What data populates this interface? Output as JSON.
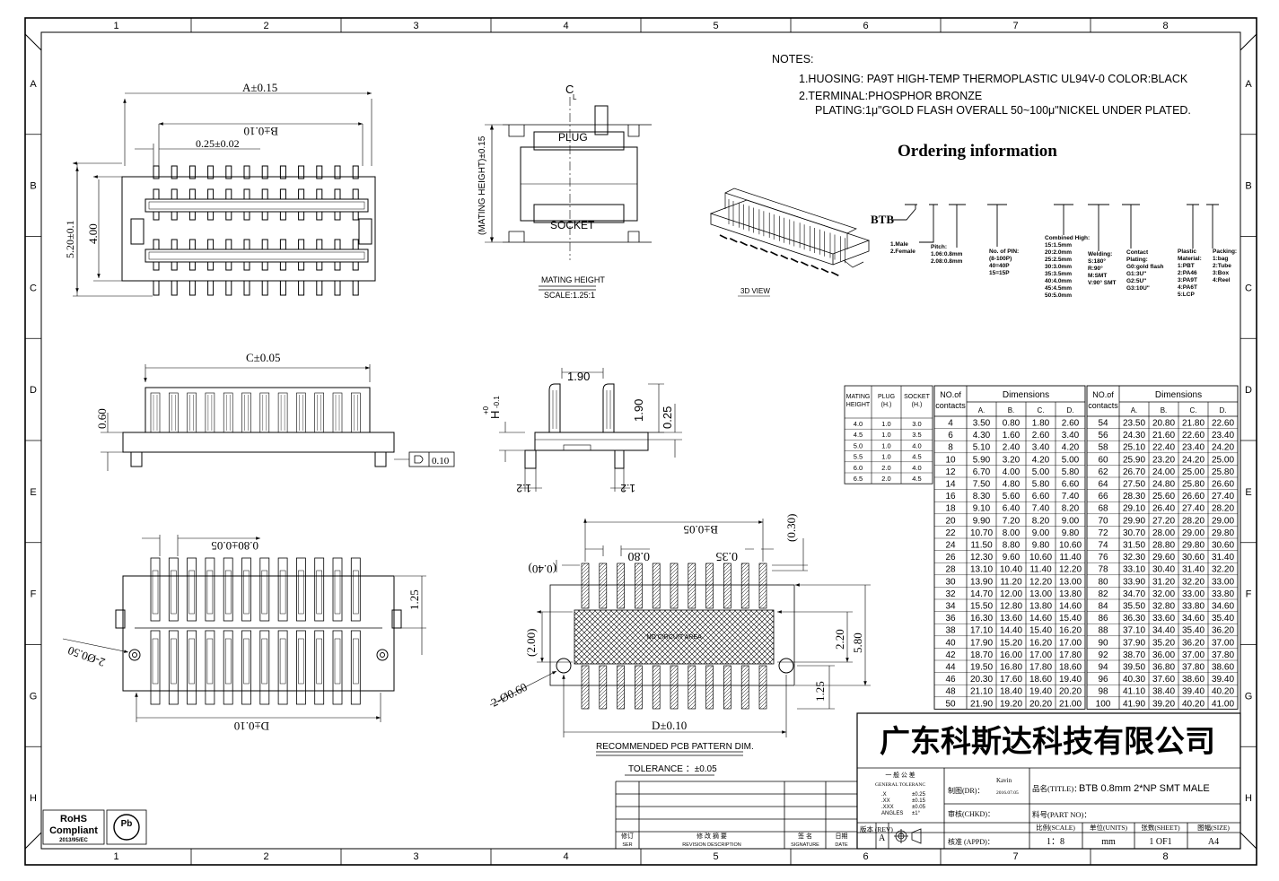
{
  "grid": {
    "cols": [
      "1",
      "2",
      "3",
      "4",
      "5",
      "6",
      "7",
      "8"
    ],
    "rows": [
      "A",
      "B",
      "C",
      "D",
      "E",
      "F",
      "G",
      "H"
    ]
  },
  "notes": {
    "title": "NOTES:",
    "line1": "1.HUOSING: PA9T HIGH-TEMP THERMOPLASTIC UL94V-0 COLOR:BLACK",
    "line2": "2.TERMINAL:PHOSPHOR BRONZE",
    "line3": "PLATING:1μ\"GOLD FLASH OVERALL 50~100μ\"NICKEL UNDER PLATED."
  },
  "ordering": {
    "title": "Ordering information",
    "prefix": "BTB",
    "gender": [
      "1.Male",
      "2.Female"
    ],
    "pitch": [
      "Pitch:",
      "1.06:0.8mm",
      "2.08:0.8mm"
    ],
    "pins": [
      "No. of PIN:",
      "(8-100P)",
      "40=40P",
      "15=15P"
    ],
    "combined": [
      "Combined High:",
      "15:1.5mm",
      "20:2.0mm",
      "25:2.5mm",
      "30:3.0mm",
      "35:3.5mm",
      "40:4.0mm",
      "45:4.5mm",
      "50:5.0mm"
    ],
    "welding": [
      "Welding:",
      "S:180°",
      "R:90°",
      "M:SMT",
      "V:90° SMT"
    ],
    "plating": [
      "Contact",
      "Plating:",
      "G0:gold flash",
      "G1:3U\"",
      "G2:5U\"",
      "G3:10U\""
    ],
    "material": [
      "Plastic",
      "Material:",
      "1:PBT",
      "2:PA46",
      "3:PA9T",
      "4:PA6T",
      "5:LCP"
    ],
    "packing": [
      "Packing:",
      "1:bag",
      "2:Tube",
      "3:Box",
      "4:Reel"
    ]
  },
  "views": {
    "top_dims": {
      "a": "A±0.15",
      "b": "B±0.10",
      "pin": "0.25±0.02",
      "w": "5.20±0.1",
      "h": "4.00"
    },
    "mating": {
      "cl": "C",
      "cl_sub": "L",
      "plug": "PLUG",
      "socket": "SOCKET",
      "height": "(MATING HEIGHT)±0.15",
      "cap1": "MATING HEIGHT",
      "cap2": "SCALE:1.25:1"
    },
    "view3d": "3D  VIEW",
    "side": {
      "c": "C±0.05",
      "h": "0.60",
      "flat": "0.10"
    },
    "end": {
      "w": "1.90",
      "h": "1.90",
      "h2": "0.25",
      "ht": "H",
      "tol_u": "+0",
      "tol_d": "-0.1",
      "foot_l": "1.2",
      "foot_r": "1.2"
    },
    "bottom": {
      "pitch": "0.80±0.05",
      "d": "D±0.10",
      "hole": "2-Ø0.50",
      "h": "1.25"
    },
    "pcb": {
      "b": "B±0.05",
      "pitch": "0.80",
      "pad": "0.35",
      "off": "(0.30)",
      "left": "(0.40)",
      "ncz": "NO CIRCUIT AREA",
      "h200": "(2.00)",
      "h220": "2.20",
      "h580": "5.80",
      "h125": "1.25",
      "hole": "2-Ø0.60",
      "d": "D±0.10",
      "cap": "RECOMMENDED PCB PATTERN DIM.",
      "tol": "TOLERANCE ：±0.05"
    }
  },
  "height_table": {
    "headers": [
      "MATING HEIGHT",
      "PLUG (H.)",
      "SOCKET (H.)"
    ],
    "rows": [
      [
        "4.0",
        "1.0",
        "3.0"
      ],
      [
        "4.5",
        "1.0",
        "3.5"
      ],
      [
        "5.0",
        "1.0",
        "4.0"
      ],
      [
        "5.5",
        "1.0",
        "4.5"
      ],
      [
        "6.0",
        "2.0",
        "4.0"
      ],
      [
        "6.5",
        "2.0",
        "4.5"
      ]
    ]
  },
  "dim_table": {
    "col_contacts": "NO.of contacts",
    "group": "Dimensions",
    "cols": [
      "A.",
      "B.",
      "C.",
      "D."
    ],
    "left": [
      [
        "4",
        "3.50",
        "0.80",
        "1.80",
        "2.60"
      ],
      [
        "6",
        "4.30",
        "1.60",
        "2.60",
        "3.40"
      ],
      [
        "8",
        "5.10",
        "2.40",
        "3.40",
        "4.20"
      ],
      [
        "10",
        "5.90",
        "3.20",
        "4.20",
        "5.00"
      ],
      [
        "12",
        "6.70",
        "4.00",
        "5.00",
        "5.80"
      ],
      [
        "14",
        "7.50",
        "4.80",
        "5.80",
        "6.60"
      ],
      [
        "16",
        "8.30",
        "5.60",
        "6.60",
        "7.40"
      ],
      [
        "18",
        "9.10",
        "6.40",
        "7.40",
        "8.20"
      ],
      [
        "20",
        "9.90",
        "7.20",
        "8.20",
        "9.00"
      ],
      [
        "22",
        "10.70",
        "8.00",
        "9.00",
        "9.80"
      ],
      [
        "24",
        "11.50",
        "8.80",
        "9.80",
        "10.60"
      ],
      [
        "26",
        "12.30",
        "9.60",
        "10.60",
        "11.40"
      ],
      [
        "28",
        "13.10",
        "10.40",
        "11.40",
        "12.20"
      ],
      [
        "30",
        "13.90",
        "11.20",
        "12.20",
        "13.00"
      ],
      [
        "32",
        "14.70",
        "12.00",
        "13.00",
        "13.80"
      ],
      [
        "34",
        "15.50",
        "12.80",
        "13.80",
        "14.60"
      ],
      [
        "36",
        "16.30",
        "13.60",
        "14.60",
        "15.40"
      ],
      [
        "38",
        "17.10",
        "14.40",
        "15.40",
        "16.20"
      ],
      [
        "40",
        "17.90",
        "15.20",
        "16.20",
        "17.00"
      ],
      [
        "42",
        "18.70",
        "16.00",
        "17.00",
        "17.80"
      ],
      [
        "44",
        "19.50",
        "16.80",
        "17.80",
        "18.60"
      ],
      [
        "46",
        "20.30",
        "17.60",
        "18.60",
        "19.40"
      ],
      [
        "48",
        "21.10",
        "18.40",
        "19.40",
        "20.20"
      ],
      [
        "50",
        "21.90",
        "19.20",
        "20.20",
        "21.00"
      ]
    ],
    "right": [
      [
        "54",
        "23.50",
        "20.80",
        "21.80",
        "22.60"
      ],
      [
        "56",
        "24.30",
        "21.60",
        "22.60",
        "23.40"
      ],
      [
        "58",
        "25.10",
        "22.40",
        "23.40",
        "24.20"
      ],
      [
        "60",
        "25.90",
        "23.20",
        "24.20",
        "25.00"
      ],
      [
        "62",
        "26.70",
        "24.00",
        "25.00",
        "25.80"
      ],
      [
        "64",
        "27.50",
        "24.80",
        "25.80",
        "26.60"
      ],
      [
        "66",
        "28.30",
        "25.60",
        "26.60",
        "27.40"
      ],
      [
        "68",
        "29.10",
        "26.40",
        "27.40",
        "28.20"
      ],
      [
        "70",
        "29.90",
        "27.20",
        "28.20",
        "29.00"
      ],
      [
        "72",
        "30.70",
        "28.00",
        "29.00",
        "29.80"
      ],
      [
        "74",
        "31.50",
        "28.80",
        "29.80",
        "30.60"
      ],
      [
        "76",
        "32.30",
        "29.60",
        "30.60",
        "31.40"
      ],
      [
        "78",
        "33.10",
        "30.40",
        "31.40",
        "32.20"
      ],
      [
        "80",
        "33.90",
        "31.20",
        "32.20",
        "33.00"
      ],
      [
        "82",
        "34.70",
        "32.00",
        "33.00",
        "33.80"
      ],
      [
        "84",
        "35.50",
        "32.80",
        "33.80",
        "34.60"
      ],
      [
        "86",
        "36.30",
        "33.60",
        "34.60",
        "35.40"
      ],
      [
        "88",
        "37.10",
        "34.40",
        "35.40",
        "36.20"
      ],
      [
        "90",
        "37.90",
        "35.20",
        "36.20",
        "37.00"
      ],
      [
        "92",
        "38.70",
        "36.00",
        "37.00",
        "37.80"
      ],
      [
        "94",
        "39.50",
        "36.80",
        "37.80",
        "38.60"
      ],
      [
        "96",
        "40.30",
        "37.60",
        "38.60",
        "39.40"
      ],
      [
        "98",
        "41.10",
        "38.40",
        "39.40",
        "40.20"
      ],
      [
        "100",
        "41.90",
        "39.20",
        "40.20",
        "41.00"
      ]
    ]
  },
  "title_block": {
    "company": "广东科斯达科技有限公司",
    "tol_cn": "一 般 公 差",
    "tol_en": "GENERAL TOLERANC",
    "tol_rows": [
      [
        ".X",
        "±0.25"
      ],
      [
        ".XX",
        "±0.15"
      ],
      [
        ".XXX",
        "±0.05"
      ],
      [
        "ANGLES",
        "±1°"
      ]
    ],
    "drawn_label": "制图(DR)：",
    "drawn_name": "Kavin",
    "drawn_date": "2016.07.05",
    "chk_label": "审核(CHKD)：",
    "appd_label": "核准 (APPD)：",
    "ver_label": "版本 (REV)",
    "ver_val": "A",
    "name_label": "品名(TITLE)：",
    "name_val": "BTB 0.8mm 2*NP SMT MALE",
    "part_label": "料号(PART NO)：",
    "scale_label": "比例(SCALE)",
    "scale_val": "1：8",
    "unit_label": "单位(UNITS)",
    "unit_val": "mm",
    "sheet_label": "张数(SHEET)",
    "sheet_val": "1 OF1",
    "size_label": "图幅(SIZE)",
    "size_val": "A4",
    "rev_cols": [
      [
        "修订",
        "SER"
      ],
      [
        "修 改 摘 要",
        "REVISION DESCRIPTION"
      ],
      [
        "签 名",
        "SIGNATURE"
      ],
      [
        "日期",
        "DATE"
      ]
    ]
  },
  "rohs": {
    "l1": "RoHS",
    "l2": "Compliant",
    "l3": "2013/95/EC",
    "pb": "Pb"
  }
}
